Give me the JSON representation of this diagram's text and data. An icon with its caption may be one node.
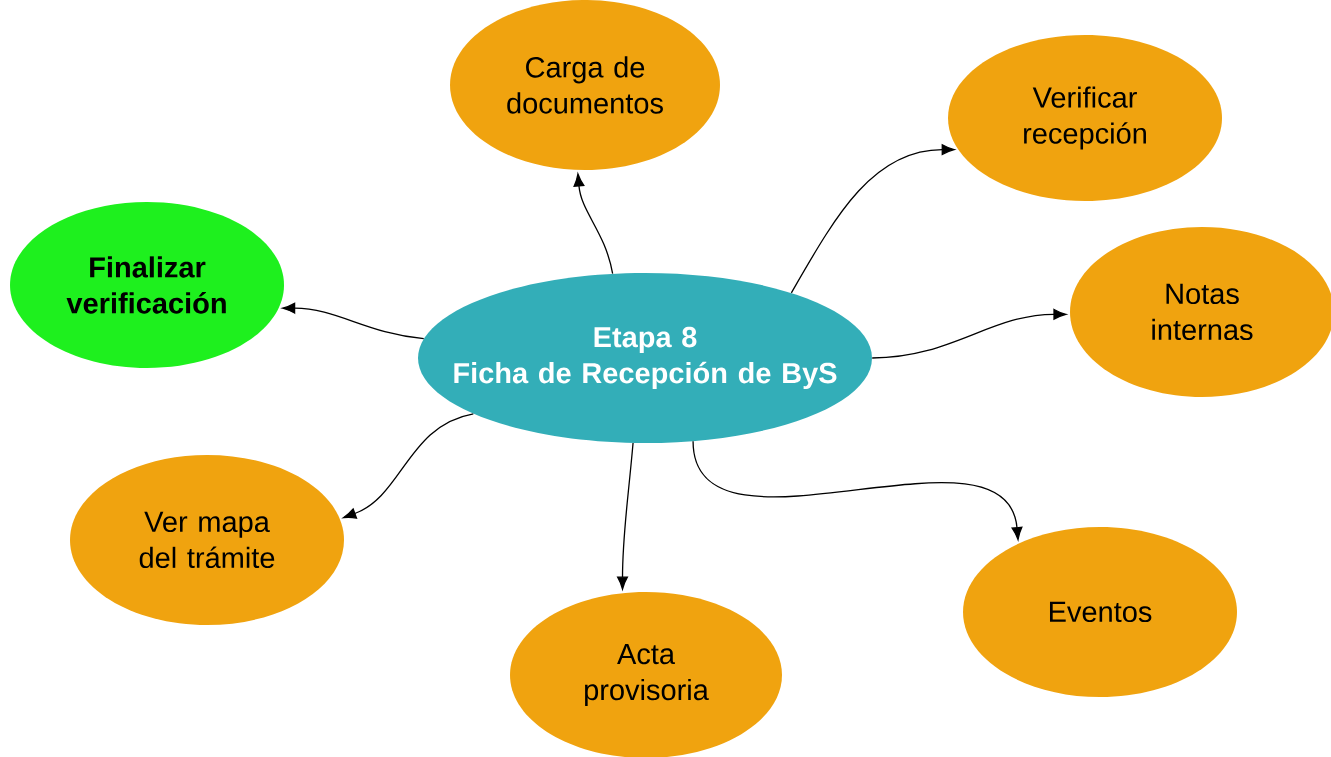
{
  "diagram": {
    "nodes": [
      {
        "text": [
          "Etapa 8",
          "Ficha de Recepción de ByS"
        ]
      },
      {
        "text": [
          "Carga de documentos"
        ]
      },
      {
        "text": [
          "Verificar recepción"
        ]
      },
      {
        "text": [
          "Finalizar verificación"
        ]
      },
      {
        "text": [
          "Notas internas"
        ]
      },
      {
        "text": [
          "Ver mapa del trámite"
        ]
      },
      {
        "text": [
          "Eventos"
        ]
      },
      {
        "text": [
          "Acta provisoria"
        ]
      }
    ],
    "edges": [
      {
        "from": 0,
        "to": 1,
        "arrow": "to"
      },
      {
        "from": 0,
        "to": 2,
        "arrow": "to"
      },
      {
        "from": 0,
        "to": 3,
        "arrow": "to"
      },
      {
        "from": 0,
        "to": 4,
        "arrow": "to"
      },
      {
        "from": 0,
        "to": 5,
        "arrow": "to"
      },
      {
        "from": 0,
        "to": 6,
        "arrow": "to"
      },
      {
        "from": 0,
        "to": 7,
        "arrow": "to"
      }
    ]
  }
}
